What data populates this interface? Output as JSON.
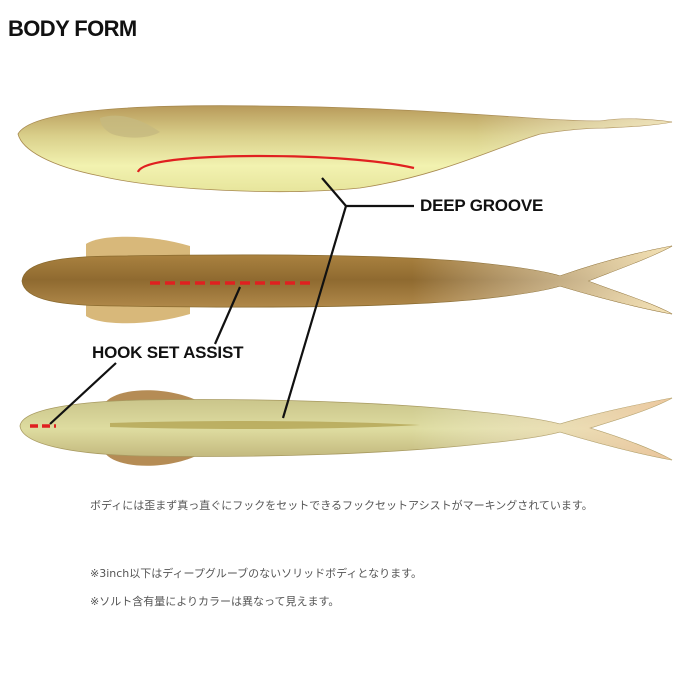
{
  "header": {
    "title": "BODY FORM"
  },
  "callouts": {
    "deep_groove": "DEEP GROOVE",
    "hook_set_assist": "HOOK SET ASSIST"
  },
  "description": "ボディには歪まず真っ直ぐにフックをセットできるフックセットアシストがマーキングされています。",
  "notes": [
    "※3inch以下はディープグルーブのないソリッドボディとなります。",
    "※ソルト含有量によりカラーは異なって見えます。"
  ],
  "colors": {
    "marker_red": "#e02020",
    "body_light": "#eef0a8",
    "body_dark": "#9a7a3a",
    "text_dark": "#111111",
    "text_gray": "#555555"
  }
}
